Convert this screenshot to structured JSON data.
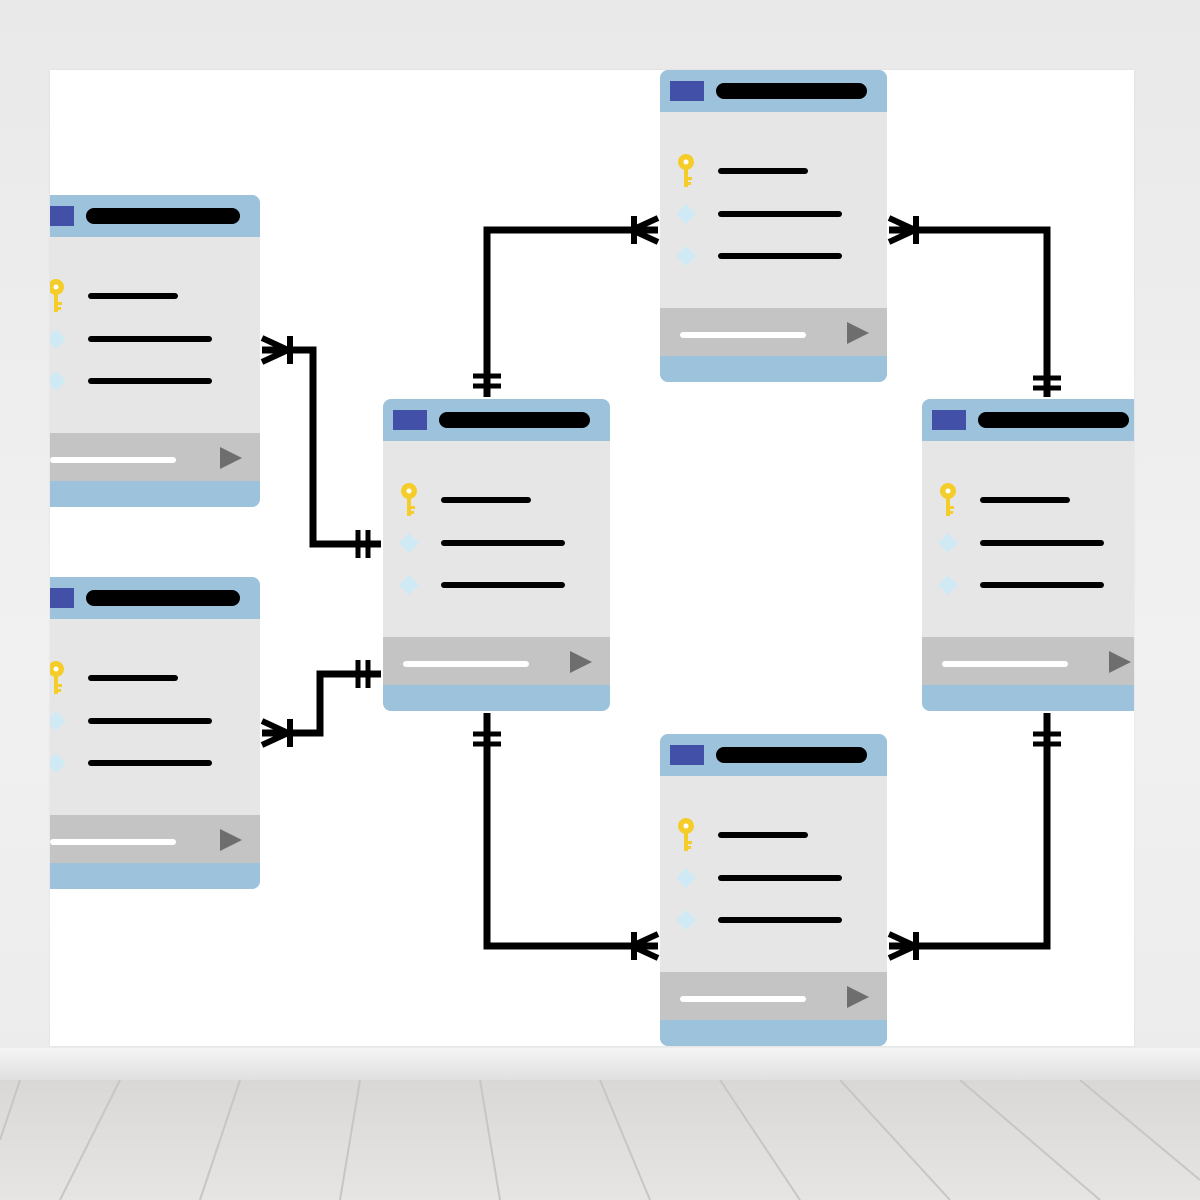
{
  "colors": {
    "header": "#9cc2dc",
    "icon_block": "#4350a7",
    "body": "#e6e6e6",
    "footer_bar": "#c4c4c4",
    "bottom_strip": "#9cc2dc",
    "line": "#000000",
    "key": "#f5cd2b",
    "diamond": "#cfe9f5",
    "play": "#6e6e6e",
    "floor_plank_line": "#c7c6c3"
  },
  "icons": {
    "primary_key": "key-icon",
    "attribute": "diamond-icon",
    "footer_action": "play-icon",
    "table_badge": "table-icon"
  },
  "tables": [
    {
      "id": "left-top"
    },
    {
      "id": "left-bottom"
    },
    {
      "id": "center"
    },
    {
      "id": "top-right"
    },
    {
      "id": "right"
    },
    {
      "id": "bottom-right"
    }
  ],
  "relationships": [
    {
      "from": "left-top",
      "to": "center",
      "from_end": "many",
      "to_end": "one"
    },
    {
      "from": "left-bottom",
      "to": "center",
      "from_end": "many",
      "to_end": "one"
    },
    {
      "from": "center",
      "to": "top-right",
      "from_end": "one",
      "to_end": "many"
    },
    {
      "from": "top-right",
      "to": "right",
      "from_end": "many",
      "to_end": "one"
    },
    {
      "from": "center",
      "to": "bottom-right",
      "from_end": "one",
      "to_end": "many"
    },
    {
      "from": "bottom-right",
      "to": "right",
      "from_end": "many",
      "to_end": "one"
    }
  ]
}
